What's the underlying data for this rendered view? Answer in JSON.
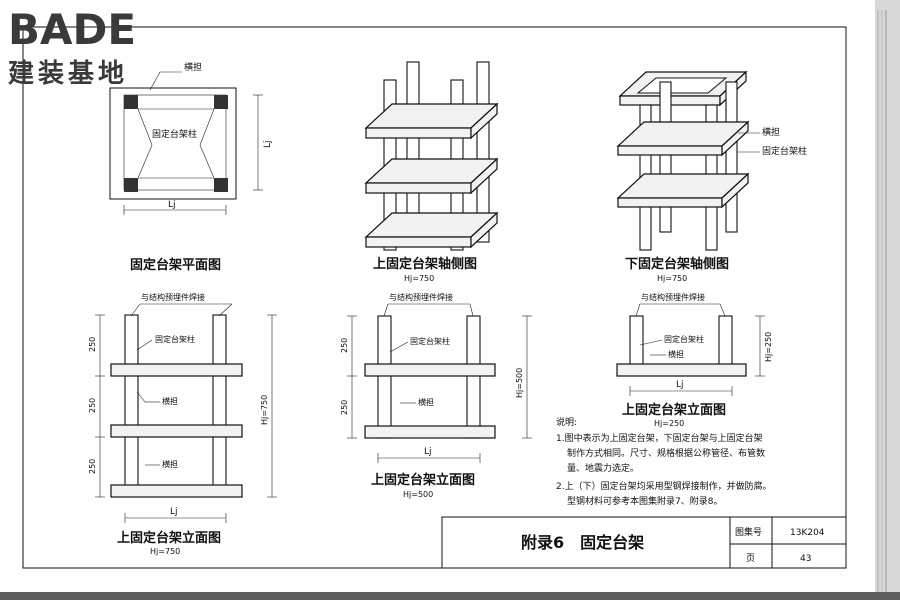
{
  "logo": {
    "latin": "BADE",
    "chinese": "建装基地"
  },
  "labels": {
    "hengdan": "横担",
    "post": "固定台架柱",
    "weld": "与结构预埋件焊接",
    "lj": "Lj",
    "d250": "250",
    "hj750": "Hj=750",
    "hj500": "Hj=500",
    "hj250": "Hj=250"
  },
  "captions": {
    "plan": "固定台架平面图",
    "upper_axo": "上固定台架轴侧图",
    "upper_axo_sub": "Hj=750",
    "lower_axo": "下固定台架轴侧图",
    "lower_axo_sub": "Hj=750",
    "upper_elev_750": "上固定台架立面图",
    "upper_elev_750_sub": "Hj=750",
    "upper_elev_500": "上固定台架立面图",
    "upper_elev_500_sub": "Hj=500",
    "lower_elev_250": "上固定台架立面图",
    "lower_elev_250_sub": "Hj=250"
  },
  "notes": {
    "title": "说明:",
    "lines": [
      "1.图中表示为上固定台架，下固定台架与上固定台架",
      "制作方式相同。尺寸、规格根据公称管径、布管数",
      "量、地震力选定。",
      "2.上（下）固定台架均采用型钢焊接制作，并做防腐。",
      "型钢材料可参考本图集附录7、附录8。"
    ]
  },
  "title_block": {
    "title": "附录6　固定台架",
    "atlas_label": "图集号",
    "atlas_no": "13K204",
    "page_label": "页",
    "page_no": "43"
  },
  "colors": {
    "paper": "#ffffff",
    "background": "#5f5f5f",
    "logo": "#3a3a3a"
  }
}
